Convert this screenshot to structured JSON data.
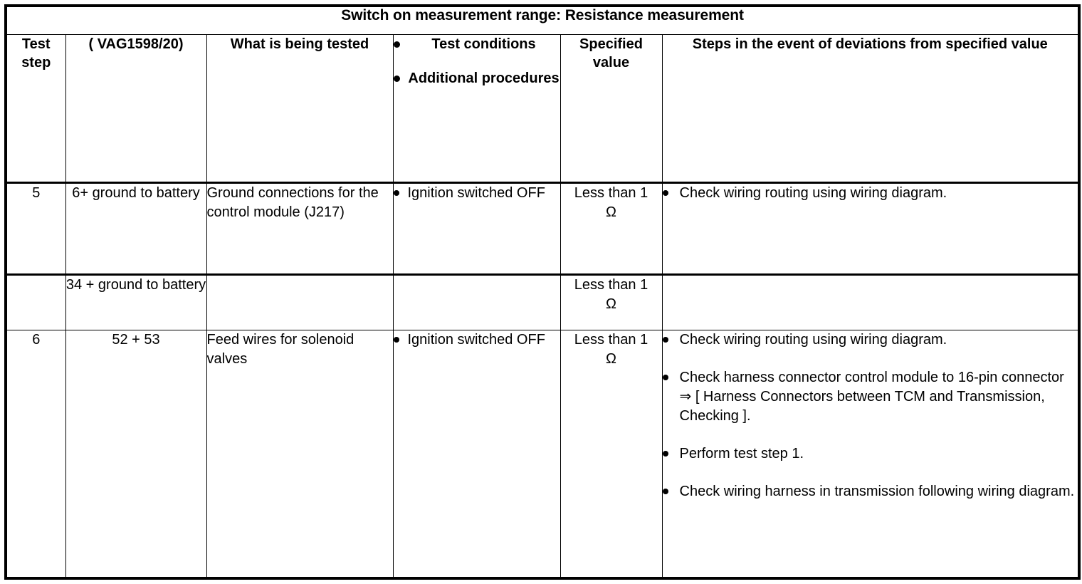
{
  "document": {
    "title": "Switch on measurement range: Resistance measurement"
  },
  "table": {
    "columns": [
      {
        "key": "test_step",
        "header": "Test step",
        "header_line1": "Test",
        "header_line2": "step"
      },
      {
        "key": "probe",
        "header": "( VAG1598/20)"
      },
      {
        "key": "what_tested",
        "header": "What is being tested"
      },
      {
        "key": "conditions",
        "header_bullets": [
          "Test conditions",
          "Additional procedures"
        ]
      },
      {
        "key": "specified_value",
        "header": "Specified value",
        "header_line1": "Specified",
        "header_line2": "value"
      },
      {
        "key": "steps_on_deviation",
        "header": "Steps in the event of deviations from specified value"
      }
    ],
    "rows": [
      {
        "test_step": "5",
        "probe": "6+ ground to battery",
        "what_tested": "Ground connections for the control module (J217)",
        "conditions": [
          "Ignition switched OFF"
        ],
        "specified_value": "Less than 1 Ω",
        "specified_value_line1": "Less than 1",
        "specified_value_line2": "Ω",
        "steps_on_deviation": [
          "Check wiring routing using wiring diagram."
        ]
      },
      {
        "test_step": "",
        "probe": "34 + ground to battery",
        "what_tested": "",
        "conditions": [],
        "specified_value": "Less than 1 Ω",
        "specified_value_line1": "Less than 1",
        "specified_value_line2": "Ω",
        "steps_on_deviation": []
      },
      {
        "test_step": "6",
        "probe": "52 + 53",
        "what_tested": "Feed wires for solenoid valves",
        "conditions": [
          "Ignition switched OFF"
        ],
        "specified_value": "Less than 1 Ω",
        "specified_value_line1": "Less than 1",
        "specified_value_line2": "Ω",
        "steps_on_deviation": [
          "Check wiring routing using wiring diagram.",
          "Check harness connector control module to 16-pin connector ⇒ [ Harness Connectors between TCM and Transmission, Checking ].",
          "Perform test step 1.",
          "Check wiring harness in transmission following wiring diagram."
        ]
      }
    ]
  },
  "style": {
    "text_color": "#000000",
    "background_color": "#ffffff",
    "border_color": "#000000"
  }
}
